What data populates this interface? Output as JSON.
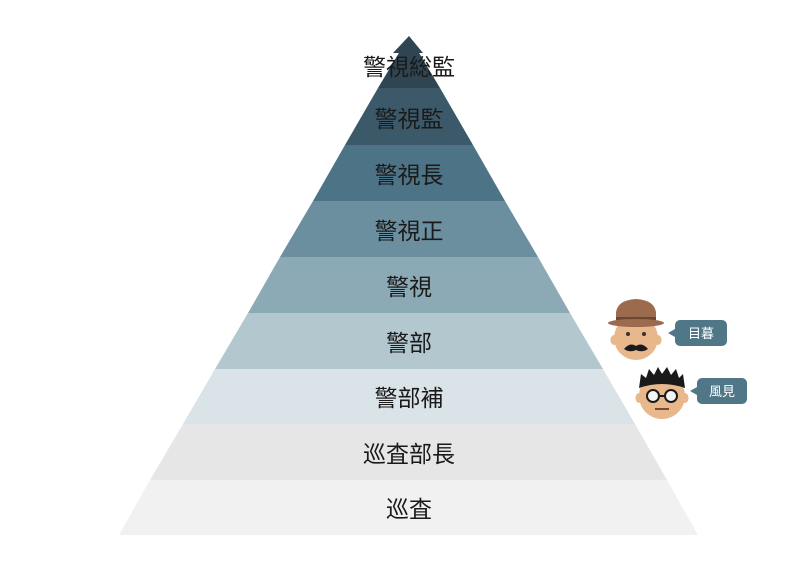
{
  "pyramid": {
    "tiers": [
      {
        "label": "警視総監",
        "color": "#2f4652"
      },
      {
        "label": "警視監",
        "color": "#3b5968"
      },
      {
        "label": "警視長",
        "color": "#4d7386"
      },
      {
        "label": "警視正",
        "color": "#6b8f9e"
      },
      {
        "label": "警視",
        "color": "#8caab6"
      },
      {
        "label": "警部",
        "color": "#b3c7cf"
      },
      {
        "label": "警部補",
        "color": "#d9e3e8"
      },
      {
        "label": "巡査部長",
        "color": "#e6e6e6"
      },
      {
        "label": "巡査",
        "color": "#f1f1f1"
      }
    ]
  },
  "characters": [
    {
      "name": "目暮",
      "rank": "警部",
      "icon": "detective-with-hat-icon"
    },
    {
      "name": "風見",
      "rank": "警部補",
      "icon": "man-with-glasses-icon"
    }
  ],
  "colors": {
    "bubble": "#4f7788",
    "skin": "#e8b78b",
    "hat": "#9c6b4e",
    "hair": "#1a1a1a"
  }
}
